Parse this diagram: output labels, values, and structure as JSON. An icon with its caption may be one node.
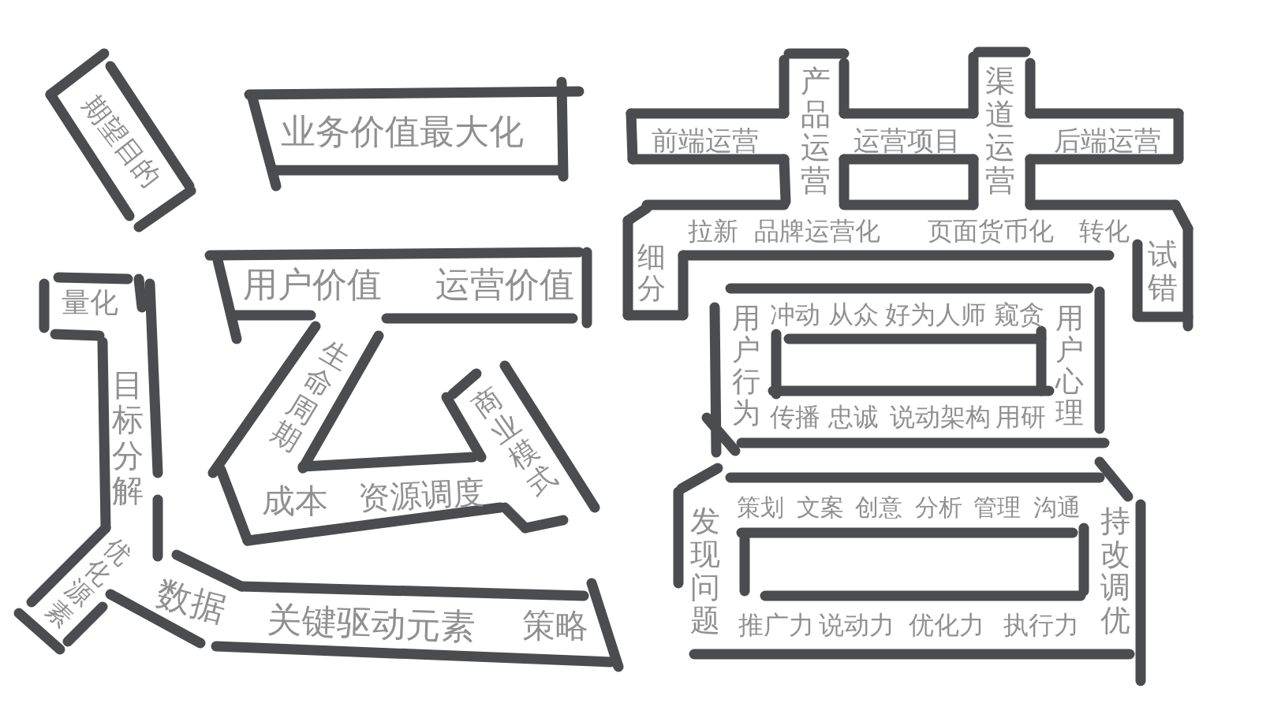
{
  "diagram": {
    "labels": [
      "期望目的",
      "产品运营",
      "渠道运营",
      "业务价值最大化",
      "前端运营",
      "运营项目",
      "后端运营",
      "拉新",
      "品牌运营化",
      "页面货币化",
      "转化",
      "细分",
      "试错",
      "用户价值",
      "运营价值",
      "量化",
      "目标分解",
      "生命周期",
      "商业模式",
      "用户行为",
      "冲动",
      "从众",
      "好为人师",
      "窥贪",
      "传播",
      "忠诚",
      "说动架构",
      "用研",
      "用户心理",
      "策划",
      "文案",
      "创意",
      "分析",
      "管理",
      "沟通",
      "发现问题",
      "持改调优",
      "成本",
      "资源调度",
      "优化源素",
      "数据",
      "关键驱动元素",
      "策略",
      "推广力",
      "说动力",
      "优化力",
      "执行力"
    ]
  }
}
